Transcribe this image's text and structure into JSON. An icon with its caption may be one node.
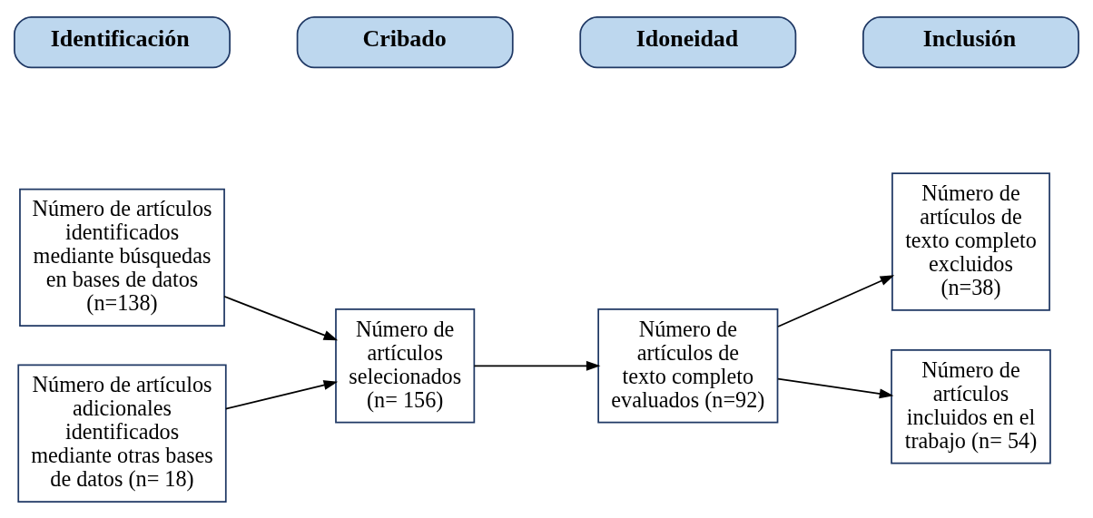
{
  "diagram": {
    "nodes": [
      {
        "text": [
          "Número de artículos identificados mediante búsquedas en bases de datos (n=138)"
        ]
      },
      {
        "text": [
          "Número de artículos adicionales identificados mediante otras bases de datos (n= 18)"
        ]
      },
      {
        "text": [
          "Número de artículos selecionados (n= 156)"
        ]
      },
      {
        "text": [
          "Número de artículos de texto completo evaluados (n=92)"
        ]
      },
      {
        "text": [
          "Número de artículos de texto completo excluidos (n=38)"
        ]
      },
      {
        "text": [
          "Número de artículos incluidos en el trabajo (n= 54)"
        ]
      },
      {
        "text": [
          "Identificación"
        ]
      },
      {
        "text": [
          "Cribado"
        ]
      },
      {
        "text": [
          "Idoneidad"
        ]
      },
      {
        "text": [
          "Inclusión"
        ]
      }
    ],
    "edges": [
      {
        "from": 0,
        "to": 2,
        "arrow": "to"
      },
      {
        "from": 1,
        "to": 2,
        "arrow": "to"
      },
      {
        "from": 2,
        "to": 3,
        "arrow": "to"
      },
      {
        "from": 3,
        "to": 4,
        "arrow": "to"
      },
      {
        "from": 3,
        "to": 5,
        "arrow": "to"
      }
    ]
  }
}
